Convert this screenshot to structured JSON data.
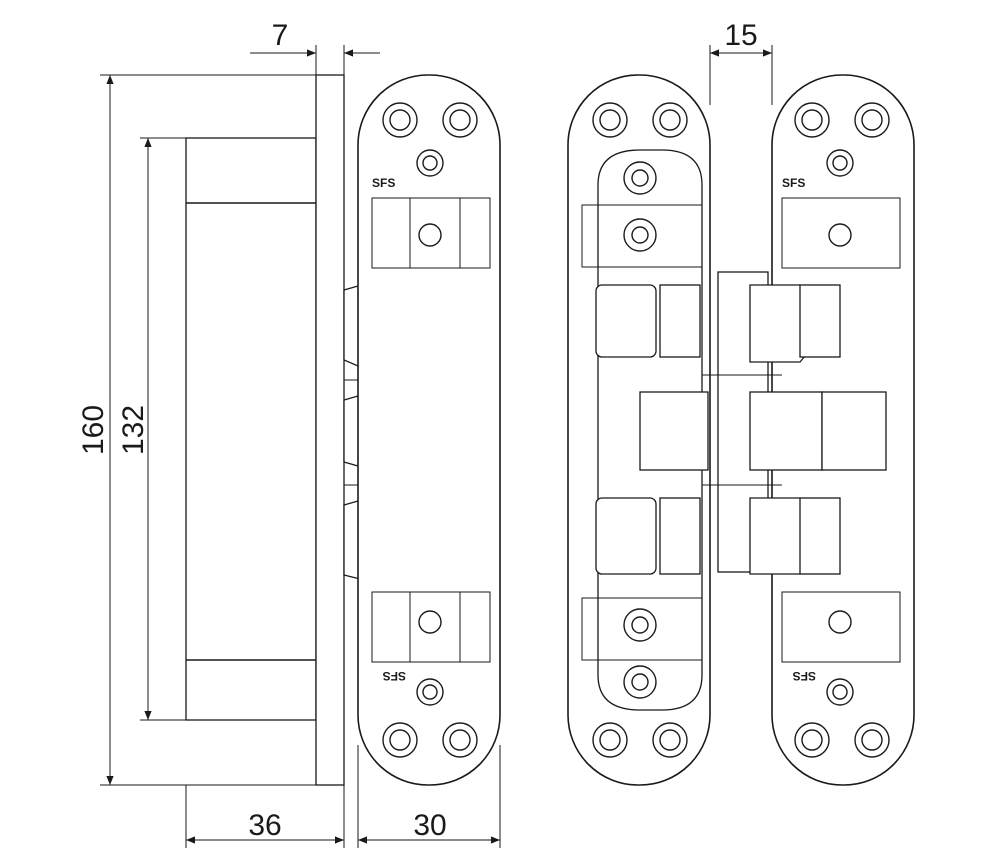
{
  "dimensions": {
    "overall_height": "160",
    "mounting_height": "132",
    "face_plate_thickness": "7",
    "hinge_gap": "15",
    "body_depth": "36",
    "plate_width": "30"
  },
  "brand": {
    "logo_text": "SFS"
  }
}
